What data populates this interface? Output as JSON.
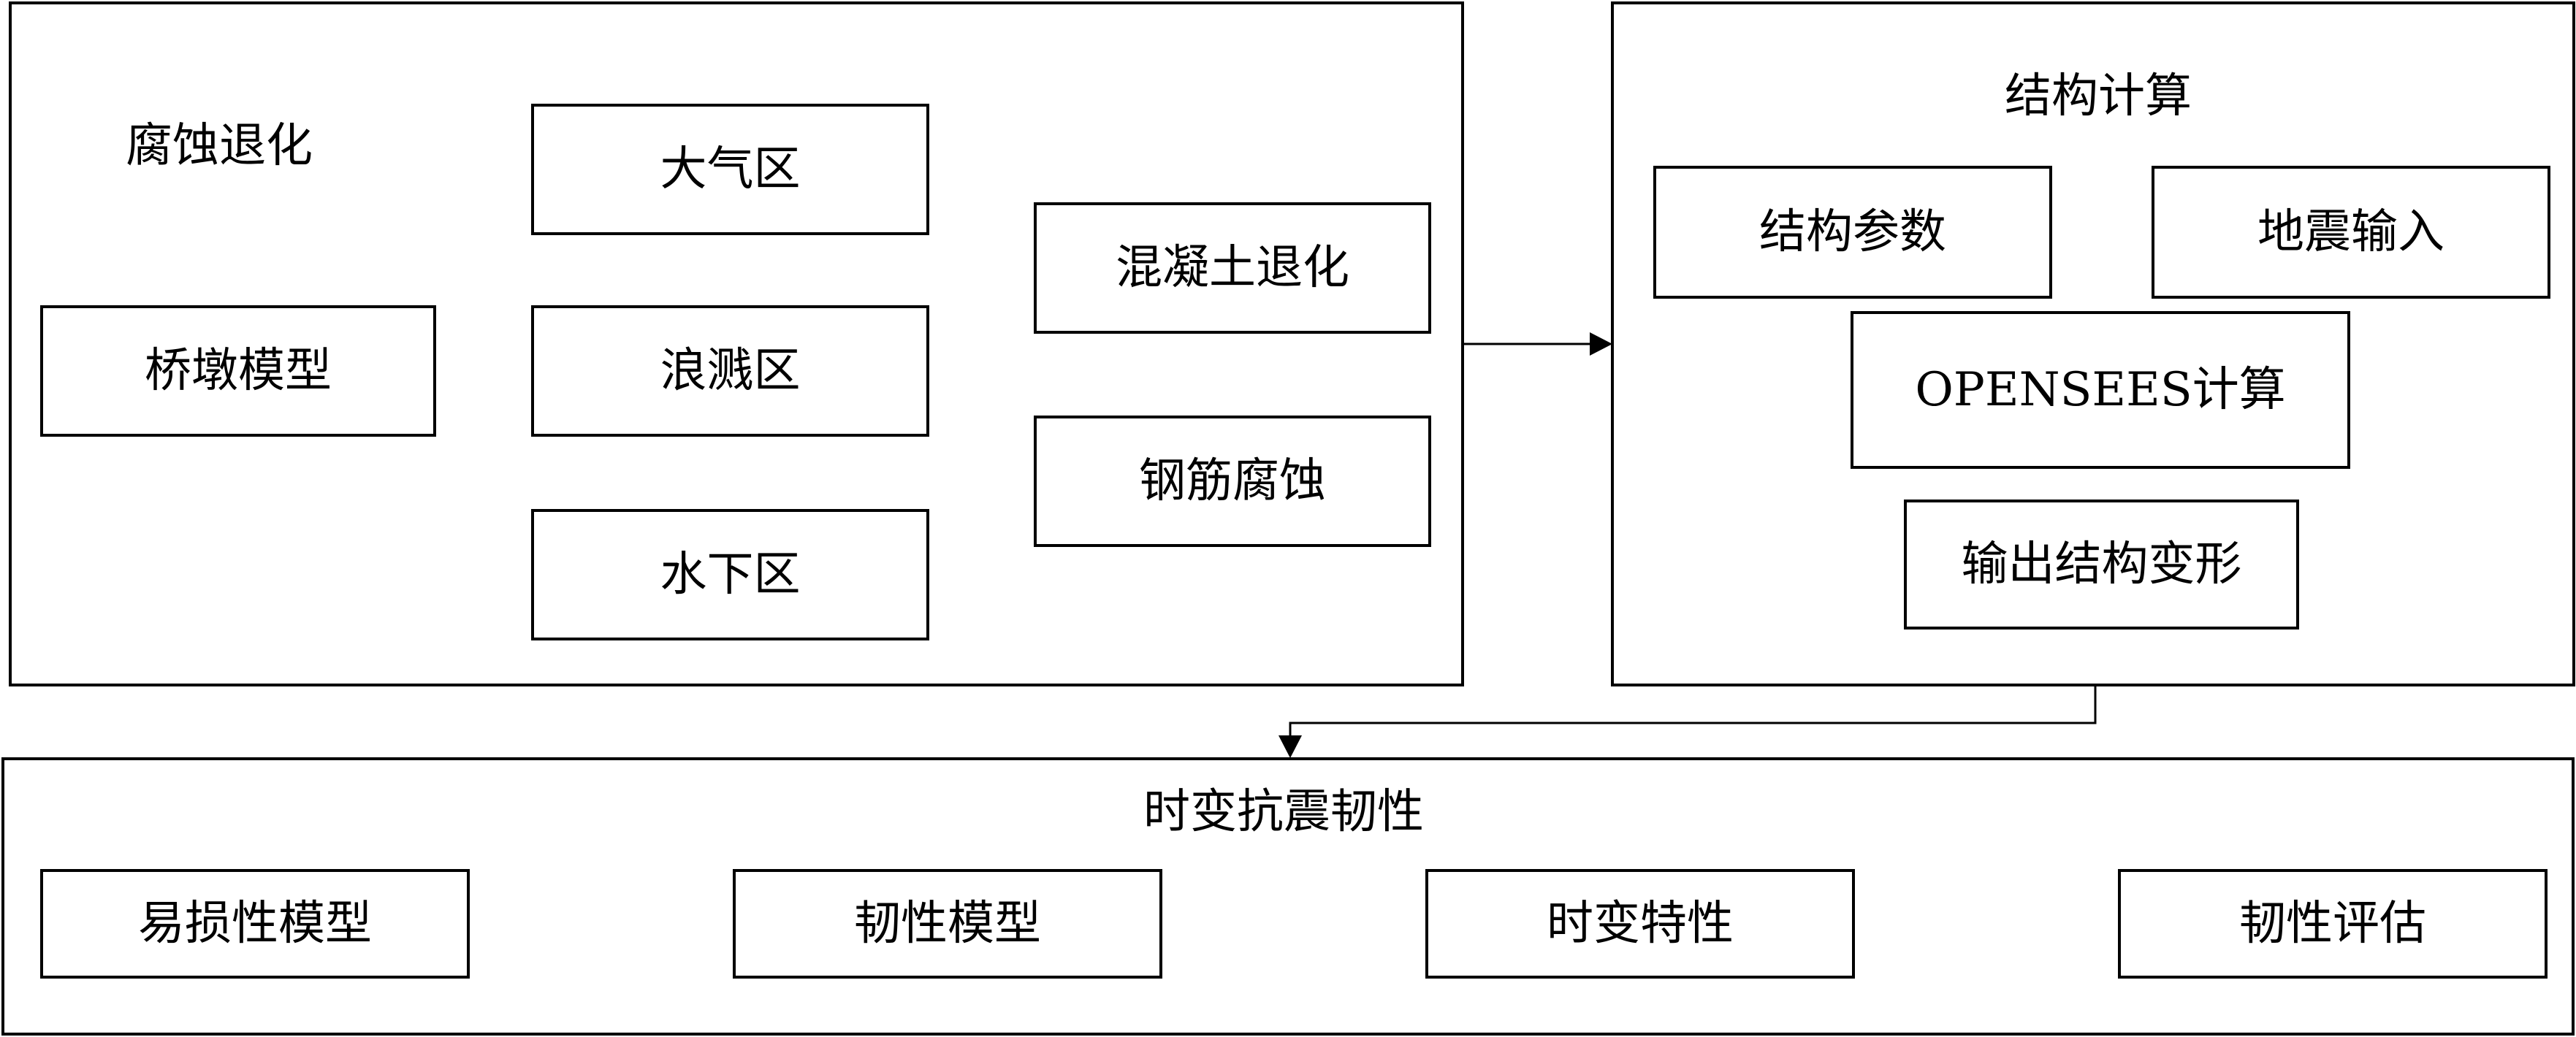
{
  "corrosion_group": {
    "title": "腐蚀退化",
    "bridge_model": "桥墩模型",
    "zones": [
      "大气区",
      "浪溅区",
      "水下区"
    ],
    "degradation": [
      "混凝土退化",
      "钢筋腐蚀"
    ]
  },
  "structure_group": {
    "title": "结构计算",
    "structure_params": "结构参数",
    "seismic_input": "地震输入",
    "opensees": "OPENSEES计算",
    "output": "输出结构变形"
  },
  "resilience_group": {
    "title": "时变抗震韧性",
    "items": [
      "易损性模型",
      "韧性模型",
      "时变特性",
      "韧性评估"
    ]
  }
}
